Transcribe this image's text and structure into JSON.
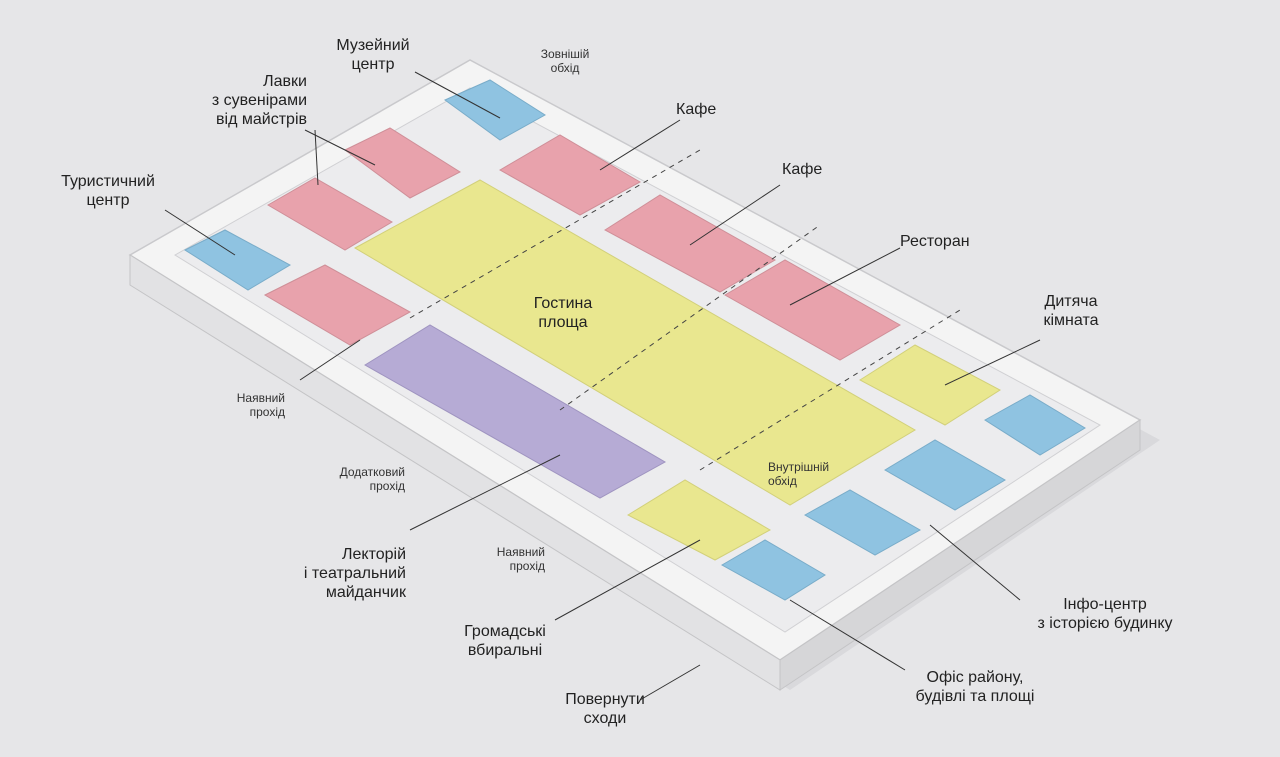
{
  "colors": {
    "background": "#e6e6e8",
    "wall": "#f5f5f5",
    "wall_shadow": "#cfcfd2",
    "red_zone": "#e9a3ad",
    "blue_zone": "#8fc2e0",
    "yellow_zone": "#e6e48c",
    "purple_zone": "#b6abd4",
    "grey_room": "#dcdcdc",
    "leader": "#333333"
  },
  "labels": {
    "museum": "Музейний\nцентр",
    "shops": "Лавки\nз сувенірами\nвід майстрів",
    "outer_walk": "Зовнішій\nобхід",
    "cafe1": "Кафе",
    "cafe2": "Кафе",
    "tourist": "Туристичний\nцентр",
    "restaurant": "Ресторан",
    "square": "Гостина\nплоща",
    "kids": "Дитяча\nкімната",
    "existing_pass1": "Наявний\nпрохід",
    "additional_pass": "Додатковий\nпрохід",
    "inner_walk": "Внутрішній\nобхід",
    "lecture": "Лекторій\nі театральний\nмайданчик",
    "existing_pass2": "Наявний\nпрохід",
    "restrooms": "Громадські\nвбиральні",
    "info": "Інфо-центр\nз історією будинку",
    "stairs": "Повернути\nсходи",
    "office": "Офіс району,\nбудівлі та площі"
  }
}
